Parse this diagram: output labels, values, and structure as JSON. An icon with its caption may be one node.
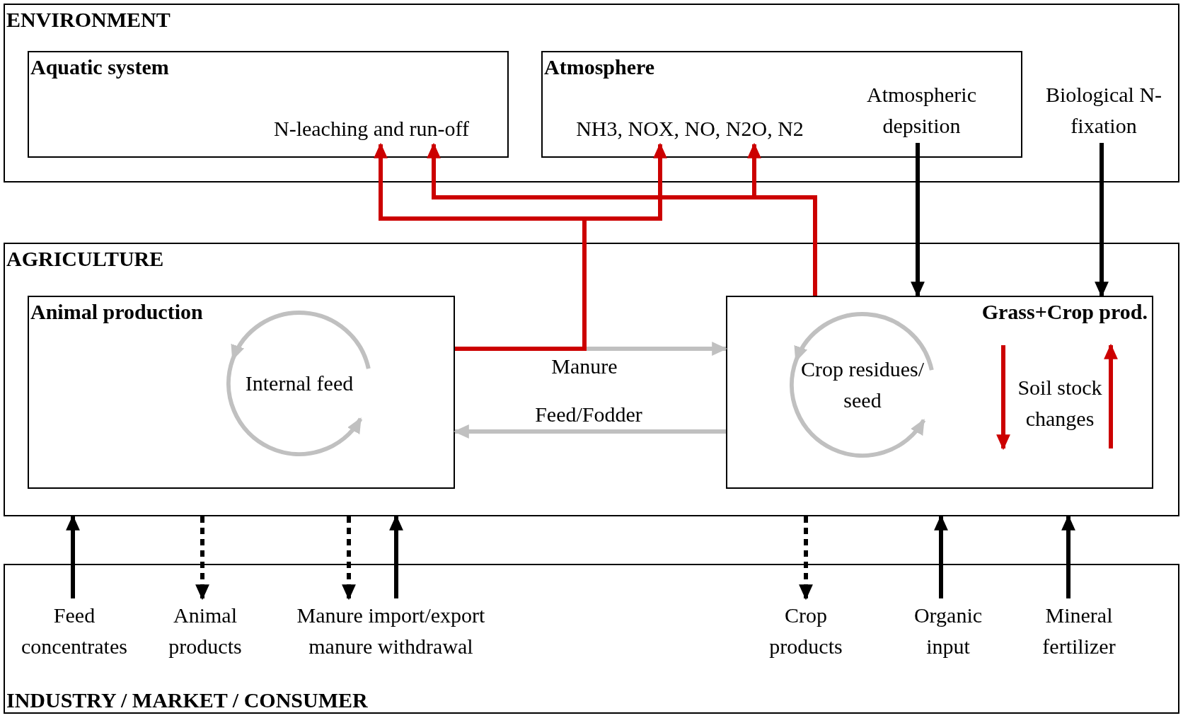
{
  "diagram": {
    "nodes": [
      {
        "text": [
          "ENVIRONMENT"
        ]
      },
      {
        "text": [
          "Aquatic system"
        ],
        "in": 0
      },
      {
        "text": [
          "N-leaching and run-off"
        ],
        "in": 1
      },
      {
        "text": [
          "Atmosphere"
        ],
        "in": 0
      },
      {
        "text": [
          "NH3, NOX, NO, N2O, N2"
        ],
        "in": 3
      },
      {
        "text": [
          "Atmospheric depsition"
        ],
        "in": 3
      },
      {
        "text": [
          "Biological N-fixation"
        ],
        "in": 0
      },
      {
        "text": [
          "AGRICULTURE"
        ]
      },
      {
        "text": [
          "Animal production"
        ],
        "in": 7
      },
      {
        "text": [
          "Internal feed"
        ],
        "in": 8
      },
      {
        "text": [
          "Grass+Crop prod."
        ],
        "in": 7
      },
      {
        "text": [
          "Crop residues/ seed"
        ],
        "in": 10
      },
      {
        "text": [
          "Soil stock changes"
        ],
        "in": 10
      },
      {
        "text": [
          "INDUSTRY / MARKET / CONSUMER"
        ]
      },
      {
        "text": [
          "Feed concentrates"
        ],
        "in": 13
      },
      {
        "text": [
          "Animal products"
        ],
        "in": 13
      },
      {
        "text": [
          "Manure import/export",
          "manure withdrawal"
        ],
        "in": 13
      },
      {
        "text": [
          "Crop products"
        ],
        "in": 13
      },
      {
        "text": [
          "Organic input"
        ],
        "in": 13
      },
      {
        "text": [
          "Mineral fertilizer"
        ],
        "in": 13
      }
    ],
    "edges": [
      {
        "from": 8,
        "to": 10,
        "arrow": "to",
        "label": "Manure",
        "color": "#c0c0c0"
      },
      {
        "from": 10,
        "to": 8,
        "arrow": "to",
        "label": "Feed/Fodder",
        "color": "#c0c0c0"
      },
      {
        "from": 8,
        "to": 2,
        "arrow": "to",
        "color": "#cc0000"
      },
      {
        "from": 8,
        "to": 4,
        "arrow": "to",
        "color": "#cc0000"
      },
      {
        "from": 10,
        "to": 2,
        "arrow": "to",
        "color": "#cc0000"
      },
      {
        "from": 10,
        "to": 4,
        "arrow": "to",
        "color": "#cc0000"
      },
      {
        "from": 5,
        "to": 10,
        "arrow": "to"
      },
      {
        "from": 6,
        "to": 10,
        "arrow": "to"
      },
      {
        "from": 9,
        "to": 9,
        "arrow": "to",
        "color": "#c0c0c0"
      },
      {
        "from": 11,
        "to": 11,
        "arrow": "to",
        "color": "#c0c0c0"
      },
      {
        "from": 14,
        "to": 7,
        "arrow": "to"
      },
      {
        "from": 7,
        "to": 15,
        "arrow": "to",
        "style": "dashed"
      },
      {
        "from": 7,
        "to": 16,
        "arrow": "to",
        "style": "dashed"
      },
      {
        "from": 16,
        "to": 7,
        "arrow": "to"
      },
      {
        "from": 7,
        "to": 17,
        "arrow": "to",
        "style": "dashed"
      },
      {
        "from": 18,
        "to": 7,
        "arrow": "to"
      },
      {
        "from": 19,
        "to": 7,
        "arrow": "to"
      }
    ]
  }
}
